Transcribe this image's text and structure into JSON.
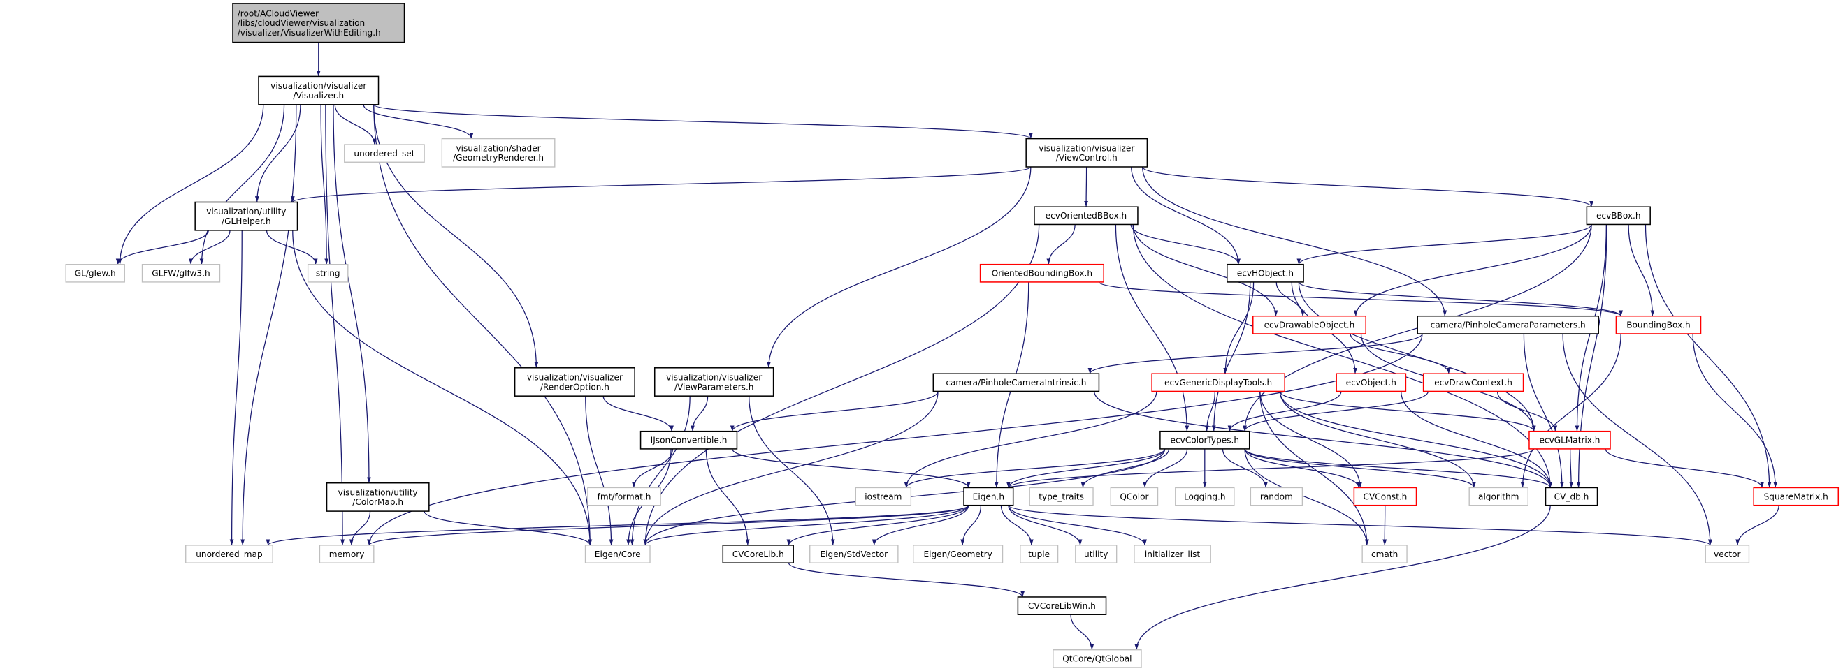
{
  "graph": {
    "colors": {
      "edge": "#191970",
      "root_fill": "#bfbfbf",
      "documented_border": "#000000",
      "external_border": "#bfbfbf",
      "truncated_border": "#ff0000",
      "node_fill": "#ffffff"
    },
    "nodes": [
      {
        "id": "root",
        "kind": "root",
        "label": [
          "/root/ACloudViewer",
          "/libs/cloudViewer/visualization",
          "/visualizer/VisualizerWithEditing.h"
        ]
      },
      {
        "id": "viz",
        "kind": "doc",
        "label": [
          "visualization/visualizer",
          "/Visualizer.h"
        ]
      },
      {
        "id": "uset",
        "kind": "ext",
        "label": [
          "unordered_set"
        ]
      },
      {
        "id": "georend",
        "kind": "ext",
        "label": [
          "visualization/shader",
          "/GeometryRenderer.h"
        ]
      },
      {
        "id": "viewctrl",
        "kind": "doc",
        "label": [
          "visualization/visualizer",
          "/ViewControl.h"
        ]
      },
      {
        "id": "glhelper",
        "kind": "doc",
        "label": [
          "visualization/utility",
          "/GLHelper.h"
        ]
      },
      {
        "id": "glew",
        "kind": "ext",
        "label": [
          "GL/glew.h"
        ]
      },
      {
        "id": "glfw",
        "kind": "ext",
        "label": [
          "GLFW/glfw3.h"
        ]
      },
      {
        "id": "string",
        "kind": "ext",
        "label": [
          "string"
        ]
      },
      {
        "id": "obbox",
        "kind": "doc",
        "label": [
          "ecvOrientedBBox.h"
        ]
      },
      {
        "id": "ecvbbox",
        "kind": "doc",
        "label": [
          "ecvBBox.h"
        ]
      },
      {
        "id": "obb",
        "kind": "red",
        "label": [
          "OrientedBoundingBox.h"
        ]
      },
      {
        "id": "hobj",
        "kind": "doc",
        "label": [
          "ecvHObject.h"
        ]
      },
      {
        "id": "drawable",
        "kind": "red",
        "label": [
          "ecvDrawableObject.h"
        ]
      },
      {
        "id": "pinparams",
        "kind": "doc",
        "label": [
          "camera/PinholeCameraParameters.h"
        ]
      },
      {
        "id": "bbox",
        "kind": "red",
        "label": [
          "BoundingBox.h"
        ]
      },
      {
        "id": "renderopt",
        "kind": "doc",
        "label": [
          "visualization/visualizer",
          "/RenderOption.h"
        ]
      },
      {
        "id": "viewparams",
        "kind": "doc",
        "label": [
          "visualization/visualizer",
          "/ViewParameters.h"
        ]
      },
      {
        "id": "intrinsic",
        "kind": "doc",
        "label": [
          "camera/PinholeCameraIntrinsic.h"
        ]
      },
      {
        "id": "generic",
        "kind": "red",
        "label": [
          "ecvGenericDisplayTools.h"
        ]
      },
      {
        "id": "ecvobj",
        "kind": "red",
        "label": [
          "ecvObject.h"
        ]
      },
      {
        "id": "drawctx",
        "kind": "red",
        "label": [
          "ecvDrawContext.h"
        ]
      },
      {
        "id": "ijson",
        "kind": "doc",
        "label": [
          "IJsonConvertible.h"
        ]
      },
      {
        "id": "colortypes",
        "kind": "doc",
        "label": [
          "ecvColorTypes.h"
        ]
      },
      {
        "id": "glmatrix",
        "kind": "red",
        "label": [
          "ecvGLMatrix.h"
        ]
      },
      {
        "id": "colormap",
        "kind": "doc",
        "label": [
          "visualization/utility",
          "/ColorMap.h"
        ]
      },
      {
        "id": "fmt",
        "kind": "ext",
        "label": [
          "fmt/format.h"
        ]
      },
      {
        "id": "iostream",
        "kind": "ext",
        "label": [
          "iostream"
        ]
      },
      {
        "id": "eigen",
        "kind": "doc",
        "label": [
          "Eigen.h"
        ]
      },
      {
        "id": "typetraits",
        "kind": "ext",
        "label": [
          "type_traits"
        ]
      },
      {
        "id": "qcolor",
        "kind": "ext",
        "label": [
          "QColor"
        ]
      },
      {
        "id": "logging",
        "kind": "ext",
        "label": [
          "Logging.h"
        ]
      },
      {
        "id": "random",
        "kind": "ext",
        "label": [
          "random"
        ]
      },
      {
        "id": "cvconst",
        "kind": "red",
        "label": [
          "CVConst.h"
        ]
      },
      {
        "id": "algorithm",
        "kind": "ext",
        "label": [
          "algorithm"
        ]
      },
      {
        "id": "cvdb",
        "kind": "doc",
        "label": [
          "CV_db.h"
        ]
      },
      {
        "id": "square",
        "kind": "red",
        "label": [
          "SquareMatrix.h"
        ]
      },
      {
        "id": "umap",
        "kind": "ext",
        "label": [
          "unordered_map"
        ]
      },
      {
        "id": "memory",
        "kind": "ext",
        "label": [
          "memory"
        ]
      },
      {
        "id": "eigencore",
        "kind": "ext",
        "label": [
          "Eigen/Core"
        ]
      },
      {
        "id": "cvcorelib",
        "kind": "doc",
        "label": [
          "CVCoreLib.h"
        ]
      },
      {
        "id": "stdvector",
        "kind": "ext",
        "label": [
          "Eigen/StdVector"
        ]
      },
      {
        "id": "geometry",
        "kind": "ext",
        "label": [
          "Eigen/Geometry"
        ]
      },
      {
        "id": "tuple",
        "kind": "ext",
        "label": [
          "tuple"
        ]
      },
      {
        "id": "utility",
        "kind": "ext",
        "label": [
          "utility"
        ]
      },
      {
        "id": "initlist",
        "kind": "ext",
        "label": [
          "initializer_list"
        ]
      },
      {
        "id": "cmath",
        "kind": "ext",
        "label": [
          "cmath"
        ]
      },
      {
        "id": "vector",
        "kind": "ext",
        "label": [
          "vector"
        ]
      },
      {
        "id": "cvcorelibwin",
        "kind": "doc",
        "label": [
          "CVCoreLibWin.h"
        ]
      },
      {
        "id": "qtglobal",
        "kind": "ext",
        "label": [
          "QtCore/QtGlobal"
        ]
      }
    ],
    "edges": [
      [
        "root",
        "viz"
      ],
      [
        "viz",
        "uset"
      ],
      [
        "viz",
        "georend"
      ],
      [
        "viz",
        "viewctrl"
      ],
      [
        "viz",
        "glhelper"
      ],
      [
        "viz",
        "glew"
      ],
      [
        "viz",
        "glfw"
      ],
      [
        "viz",
        "string"
      ],
      [
        "viz",
        "umap"
      ],
      [
        "viz",
        "memory"
      ],
      [
        "viz",
        "colormap"
      ],
      [
        "viz",
        "renderopt"
      ],
      [
        "viz",
        "eigencore"
      ],
      [
        "viewctrl",
        "glhelper"
      ],
      [
        "viewctrl",
        "obbox"
      ],
      [
        "viewctrl",
        "hobj"
      ],
      [
        "viewctrl",
        "pinparams"
      ],
      [
        "viewctrl",
        "ecvbbox"
      ],
      [
        "viewctrl",
        "viewparams"
      ],
      [
        "glhelper",
        "glew"
      ],
      [
        "glhelper",
        "glfw"
      ],
      [
        "glhelper",
        "string"
      ],
      [
        "glhelper",
        "umap"
      ],
      [
        "glhelper",
        "eigencore"
      ],
      [
        "obbox",
        "obb"
      ],
      [
        "obbox",
        "hobj"
      ],
      [
        "obbox",
        "drawable"
      ],
      [
        "obbox",
        "eigencore"
      ],
      [
        "obbox",
        "colortypes"
      ],
      [
        "obbox",
        "cvdb"
      ],
      [
        "obb",
        "bbox"
      ],
      [
        "obb",
        "eigen"
      ],
      [
        "ecvbbox",
        "hobj"
      ],
      [
        "ecvbbox",
        "colortypes"
      ],
      [
        "ecvbbox",
        "drawable"
      ],
      [
        "ecvbbox",
        "bbox"
      ],
      [
        "ecvbbox",
        "glmatrix"
      ],
      [
        "ecvbbox",
        "cvdb"
      ],
      [
        "ecvbbox",
        "square"
      ],
      [
        "hobj",
        "drawable"
      ],
      [
        "hobj",
        "bbox"
      ],
      [
        "hobj",
        "colortypes"
      ],
      [
        "hobj",
        "generic"
      ],
      [
        "hobj",
        "ecvobj"
      ],
      [
        "hobj",
        "glmatrix"
      ],
      [
        "drawable",
        "drawctx"
      ],
      [
        "drawable",
        "glmatrix"
      ],
      [
        "pinparams",
        "memory"
      ],
      [
        "pinparams",
        "intrinsic"
      ],
      [
        "pinparams",
        "cvdb"
      ],
      [
        "pinparams",
        "vector"
      ],
      [
        "bbox",
        "algorithm"
      ],
      [
        "bbox",
        "square"
      ],
      [
        "renderopt",
        "ijson"
      ],
      [
        "renderopt",
        "eigencore"
      ],
      [
        "viewparams",
        "ijson"
      ],
      [
        "viewparams",
        "eigencore"
      ],
      [
        "viewparams",
        "stdvector"
      ],
      [
        "intrinsic",
        "ijson"
      ],
      [
        "intrinsic",
        "eigencore"
      ],
      [
        "intrinsic",
        "cvdb"
      ],
      [
        "generic",
        "glmatrix"
      ],
      [
        "generic",
        "colortypes"
      ],
      [
        "generic",
        "cvconst"
      ],
      [
        "generic",
        "cvdb"
      ],
      [
        "generic",
        "iostream"
      ],
      [
        "generic",
        "algorithm"
      ],
      [
        "generic",
        "cmath"
      ],
      [
        "ecvobj",
        "colortypes"
      ],
      [
        "ecvobj",
        "cvdb"
      ],
      [
        "drawctx",
        "colortypes"
      ],
      [
        "drawctx",
        "glmatrix"
      ],
      [
        "ijson",
        "fmt"
      ],
      [
        "ijson",
        "eigencore"
      ],
      [
        "ijson",
        "cvcorelib"
      ],
      [
        "ijson",
        "eigen"
      ],
      [
        "colortypes",
        "iostream"
      ],
      [
        "colortypes",
        "eigen"
      ],
      [
        "colortypes",
        "typetraits"
      ],
      [
        "colortypes",
        "qcolor"
      ],
      [
        "colortypes",
        "logging"
      ],
      [
        "colortypes",
        "random"
      ],
      [
        "colortypes",
        "cvconst"
      ],
      [
        "colortypes",
        "algorithm"
      ],
      [
        "colortypes",
        "cvdb"
      ],
      [
        "colortypes",
        "cmath"
      ],
      [
        "colortypes",
        "eigencore"
      ],
      [
        "glmatrix",
        "eigen"
      ],
      [
        "glmatrix",
        "cvdb"
      ],
      [
        "glmatrix",
        "square"
      ],
      [
        "colormap",
        "memory"
      ],
      [
        "colormap",
        "eigencore"
      ],
      [
        "eigen",
        "umap"
      ],
      [
        "eigen",
        "memory"
      ],
      [
        "eigen",
        "eigencore"
      ],
      [
        "eigen",
        "cvcorelib"
      ],
      [
        "eigen",
        "stdvector"
      ],
      [
        "eigen",
        "geometry"
      ],
      [
        "eigen",
        "tuple"
      ],
      [
        "eigen",
        "utility"
      ],
      [
        "eigen",
        "initlist"
      ],
      [
        "eigen",
        "vector"
      ],
      [
        "cvconst",
        "cmath"
      ],
      [
        "cvdb",
        "qtglobal"
      ],
      [
        "cvcorelib",
        "cvcorelibwin"
      ],
      [
        "cvcorelibwin",
        "qtglobal"
      ],
      [
        "square",
        "vector"
      ]
    ]
  }
}
